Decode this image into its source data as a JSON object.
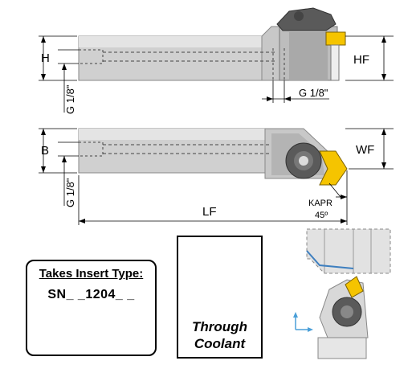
{
  "dims": {
    "H": "H",
    "HF": "HF",
    "G_side": "G 1/8\"",
    "G_right": "G 1/8\"",
    "B": "B",
    "WF": "WF",
    "G_top": "G 1/8\"",
    "KAPR": "KAPR",
    "angle": "45º",
    "LF": "LF"
  },
  "insert_box": {
    "title": "Takes Insert Type:",
    "code": "SN_ _1204_ _"
  },
  "coolant_box": {
    "line1": "Through",
    "line2": "Coolant"
  },
  "colors": {
    "body_gray": "#cfcfcf",
    "dark_gray": "#555555",
    "insert_gold": "#f5c400",
    "drop_blue": "#2bb6d6",
    "arrow_blue": "#4a9fd8"
  }
}
